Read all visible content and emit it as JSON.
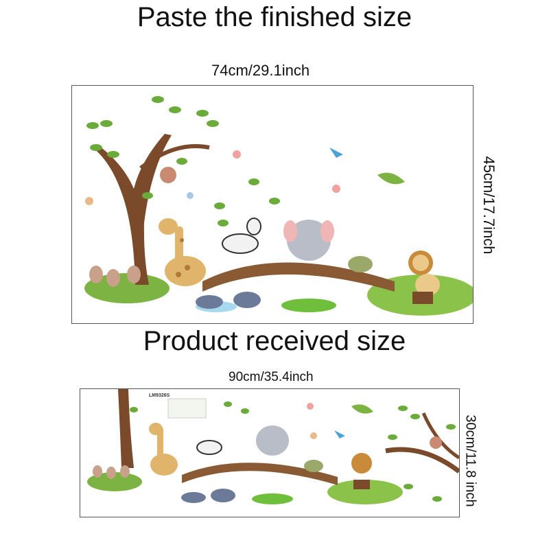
{
  "top": {
    "heading": "Paste the finished size",
    "width_label": "74cm/29.1inch",
    "height_label": "45cm/17.7inch"
  },
  "bottom": {
    "heading": "Product received size",
    "width_label": "90cm/35.4inch",
    "height_label": "30cm/11.8 inch",
    "product_code": "LM9326S"
  }
}
